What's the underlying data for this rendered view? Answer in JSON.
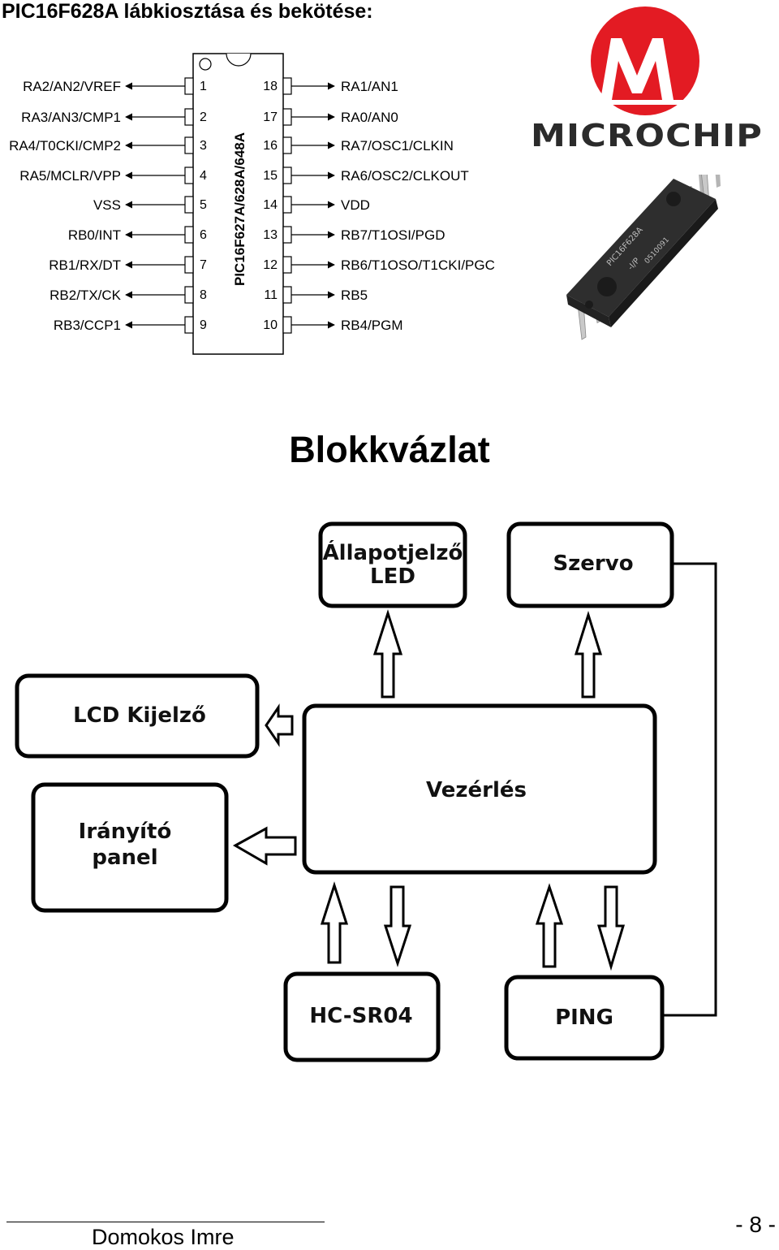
{
  "page": {
    "heading": "PIC16F628A lábkiosztása és bekötése:",
    "block_title": "Blokkvázlat",
    "author": "Domokos Imre",
    "page_number": "- 8 -"
  },
  "pinout": {
    "chip_label": "PIC16F627A/628A/648A",
    "left_pins": [
      {
        "num": "1",
        "label": "RA2/AN2/VREF"
      },
      {
        "num": "2",
        "label": "RA3/AN3/CMP1"
      },
      {
        "num": "3",
        "label": "RA4/T0CKI/CMP2"
      },
      {
        "num": "4",
        "label": "RA5/MCLR/VPP"
      },
      {
        "num": "5",
        "label": "VSS"
      },
      {
        "num": "6",
        "label": "RB0/INT"
      },
      {
        "num": "7",
        "label": "RB1/RX/DT"
      },
      {
        "num": "8",
        "label": "RB2/TX/CK"
      },
      {
        "num": "9",
        "label": "RB3/CCP1"
      }
    ],
    "right_pins": [
      {
        "num": "18",
        "label": "RA1/AN1"
      },
      {
        "num": "17",
        "label": "RA0/AN0"
      },
      {
        "num": "16",
        "label": "RA7/OSC1/CLKIN"
      },
      {
        "num": "15",
        "label": "RA6/OSC2/CLKOUT"
      },
      {
        "num": "14",
        "label": "VDD"
      },
      {
        "num": "13",
        "label": "RB7/T1OSI/PGD"
      },
      {
        "num": "12",
        "label": "RB6/T1OSO/T1CKI/PGC"
      },
      {
        "num": "11",
        "label": "RB5"
      },
      {
        "num": "10",
        "label": "RB4/PGM"
      }
    ]
  },
  "logo": {
    "text": "MICROCHIP",
    "color": "#e31b23"
  },
  "chip_photo": {
    "marking_1": "PIC16F628A",
    "marking_2": "-I/P",
    "marking_3": "0510091"
  },
  "blocks": {
    "status_led_line1": "Állapotjelző",
    "status_led_line2": "LED",
    "servo": "Szervo",
    "lcd": "LCD Kijelző",
    "control": "Vezérlés",
    "panel_line1": "Irányító",
    "panel_line2": "panel",
    "hcsr04": "HC-SR04",
    "ping": "PING"
  }
}
